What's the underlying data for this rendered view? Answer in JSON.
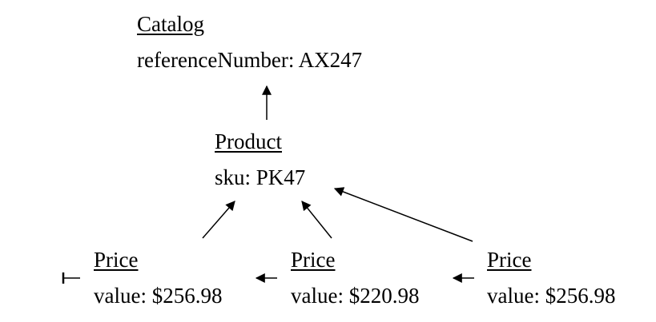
{
  "catalog": {
    "class_name": "Catalog",
    "attribute": "referenceNumber: AX247"
  },
  "product": {
    "class_name": "Product",
    "attribute": "sku: PK47"
  },
  "prices": [
    {
      "class_name": "Price",
      "attribute": "value: $256.98"
    },
    {
      "class_name": "Price",
      "attribute": "value: $220.98"
    },
    {
      "class_name": "Price",
      "attribute": "value: $256.98"
    }
  ]
}
